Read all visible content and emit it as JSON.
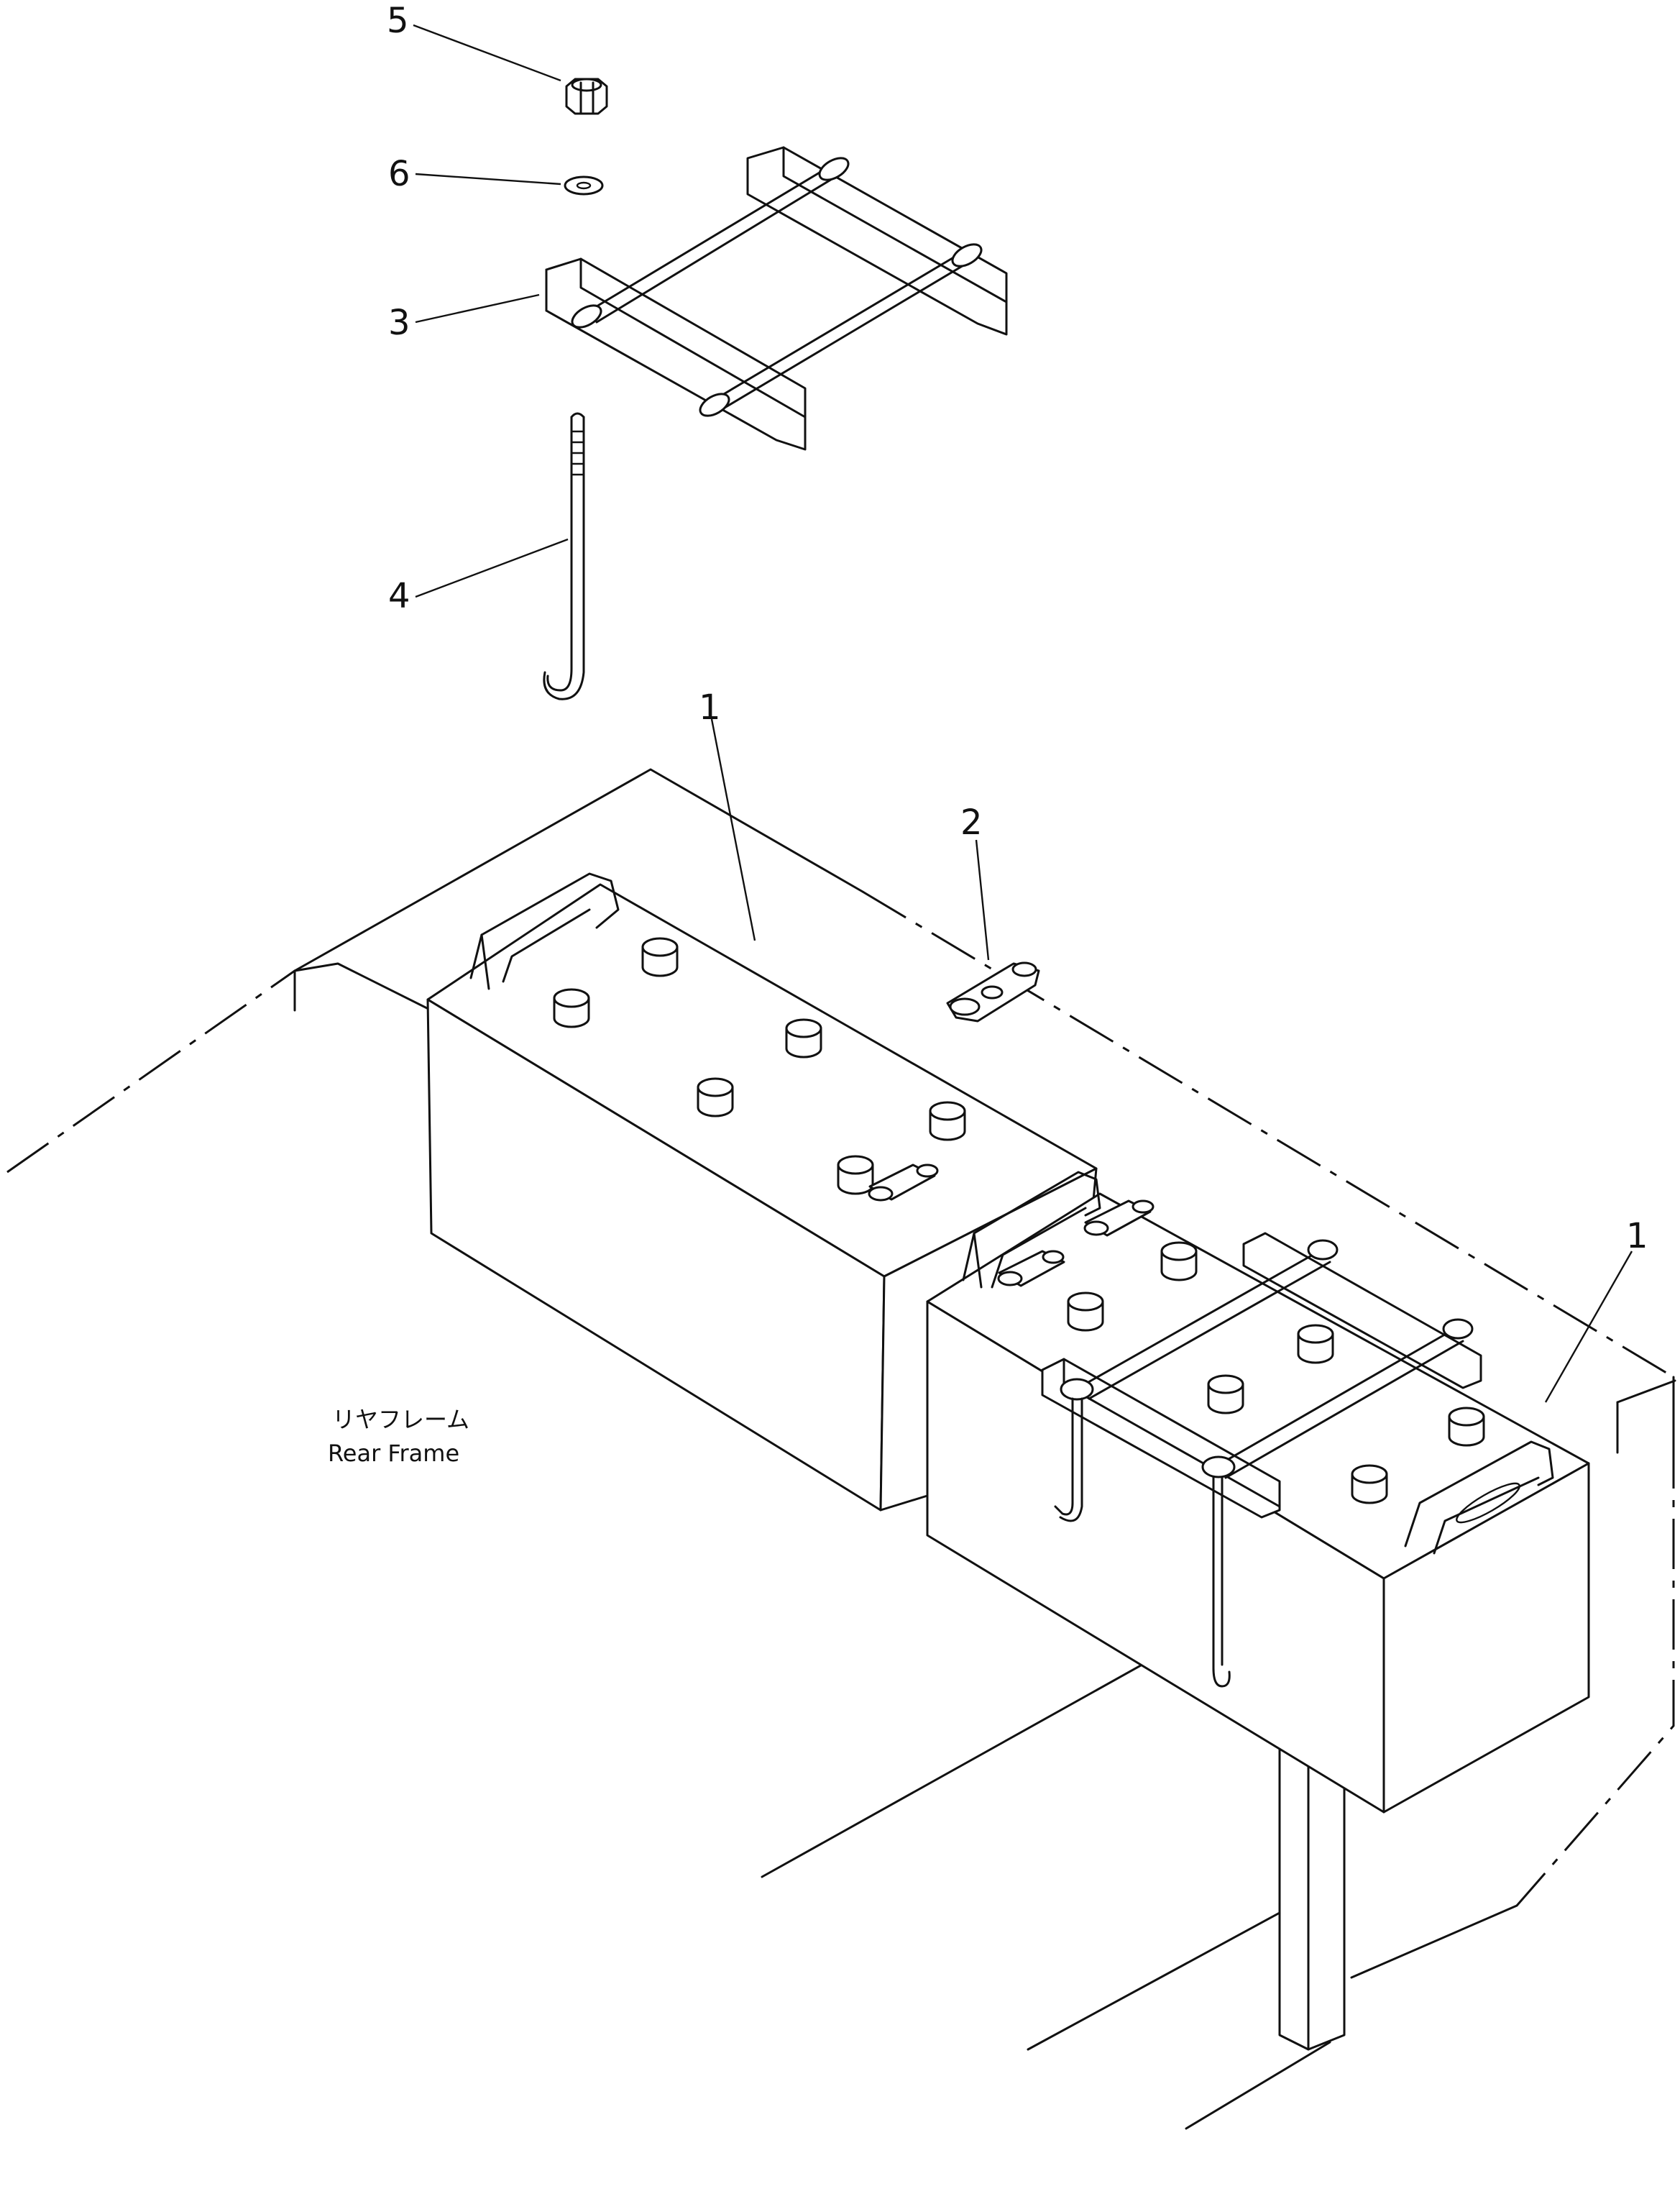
{
  "diagram": {
    "callouts": {
      "part_5": "5",
      "part_6": "6",
      "part_3": "3",
      "part_4": "4",
      "part_1_left": "1",
      "part_2": "2",
      "part_1_right": "1"
    },
    "frame_label": {
      "japanese": "リヤフレーム",
      "english": "Rear Frame"
    }
  }
}
